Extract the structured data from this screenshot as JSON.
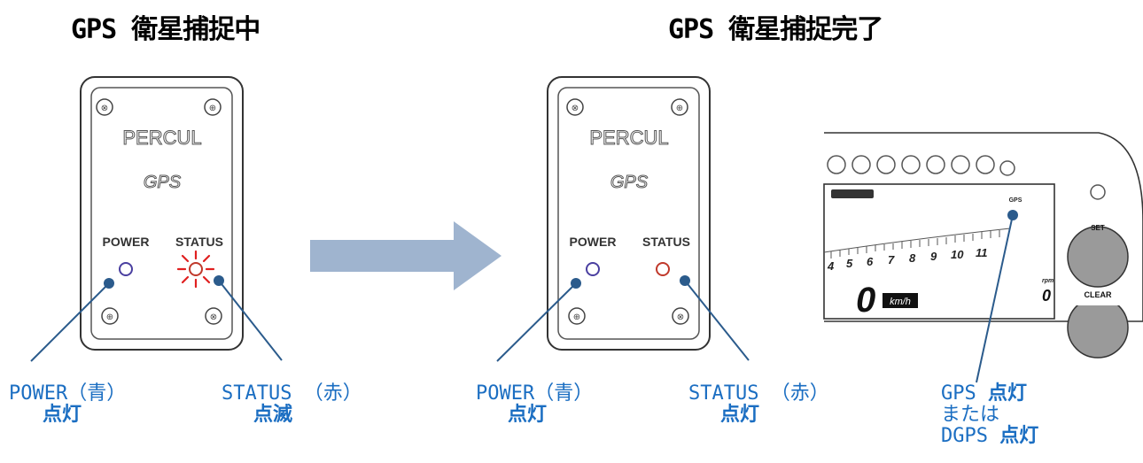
{
  "left": {
    "title": "GPS 衛星捕捉中",
    "device": {
      "brand": "PERCUL",
      "logo": "GPS",
      "power_label": "POWER",
      "status_label": "STATUS"
    },
    "power_caption": {
      "line1": "POWER（青）",
      "line2": "点灯"
    },
    "status_caption": {
      "line1": "STATUS （赤）",
      "line2": "点滅"
    }
  },
  "right": {
    "title": "GPS 衛星捕捉完了",
    "device": {
      "brand": "PERCUL",
      "logo": "GPS",
      "power_label": "POWER",
      "status_label": "STATUS"
    },
    "power_caption": {
      "line1": "POWER（青）",
      "line2": "点灯"
    },
    "status_caption": {
      "line1": "STATUS （赤）",
      "line2": "点灯"
    }
  },
  "dashboard": {
    "gps_indicator": "GPS",
    "scale": [
      "4",
      "5",
      "6",
      "7",
      "8",
      "9",
      "10",
      "11"
    ],
    "speed": "0",
    "speed_unit": "km/h",
    "rpm_label": "rpm",
    "rpm_value": "0",
    "set_button": "SET",
    "clear_button": "CLEAR",
    "caption": {
      "line1_prefix": "GPS",
      "line1_bold": "点灯",
      "line2": "または",
      "line3_prefix": "DGPS",
      "line3_bold": "点灯"
    }
  },
  "colors": {
    "caption": "#1b6ec2",
    "arrow": "#9fb4cf",
    "leader": "#2b5b8c",
    "power_led": "#4a3fa0",
    "status_led": "#c0392b"
  }
}
